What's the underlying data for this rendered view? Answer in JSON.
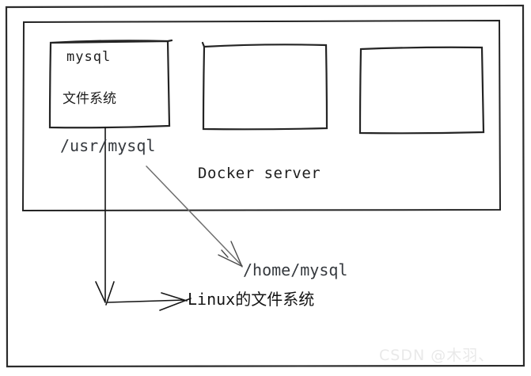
{
  "colors": {
    "ink": "#262626",
    "path_text": "#35393e",
    "arrow_gray": "#6e6e6e",
    "watermark_gray": "#e9e9e9"
  },
  "diagram": {
    "docker_server_label": "Docker server",
    "mysql_box": {
      "title": "mysql",
      "subtitle": "文件系统"
    },
    "container_path_label": "/usr/mysql",
    "host_path_label": "/home/mysql",
    "linux_filesystem_label": "Linux的文件系统",
    "watermark": "CSDN @木羽、"
  }
}
